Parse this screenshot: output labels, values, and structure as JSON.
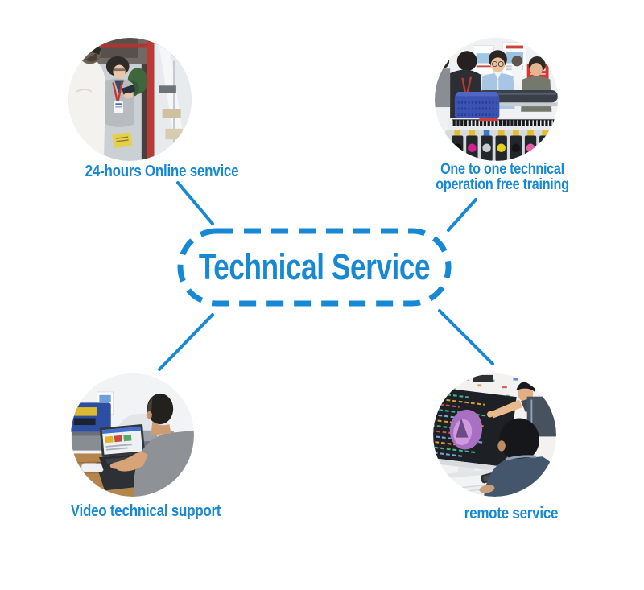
{
  "colors": {
    "accent": "#1789d4"
  },
  "center": {
    "title": "Technical Service"
  },
  "nodes": [
    {
      "id": "online-service",
      "caption": "24-hours Online senvice"
    },
    {
      "id": "free-training",
      "caption_line1": "One to one technical",
      "caption_line2": "operation free training"
    },
    {
      "id": "video-support",
      "caption": "Video technical support"
    },
    {
      "id": "remote-service",
      "caption": "remote service"
    }
  ]
}
